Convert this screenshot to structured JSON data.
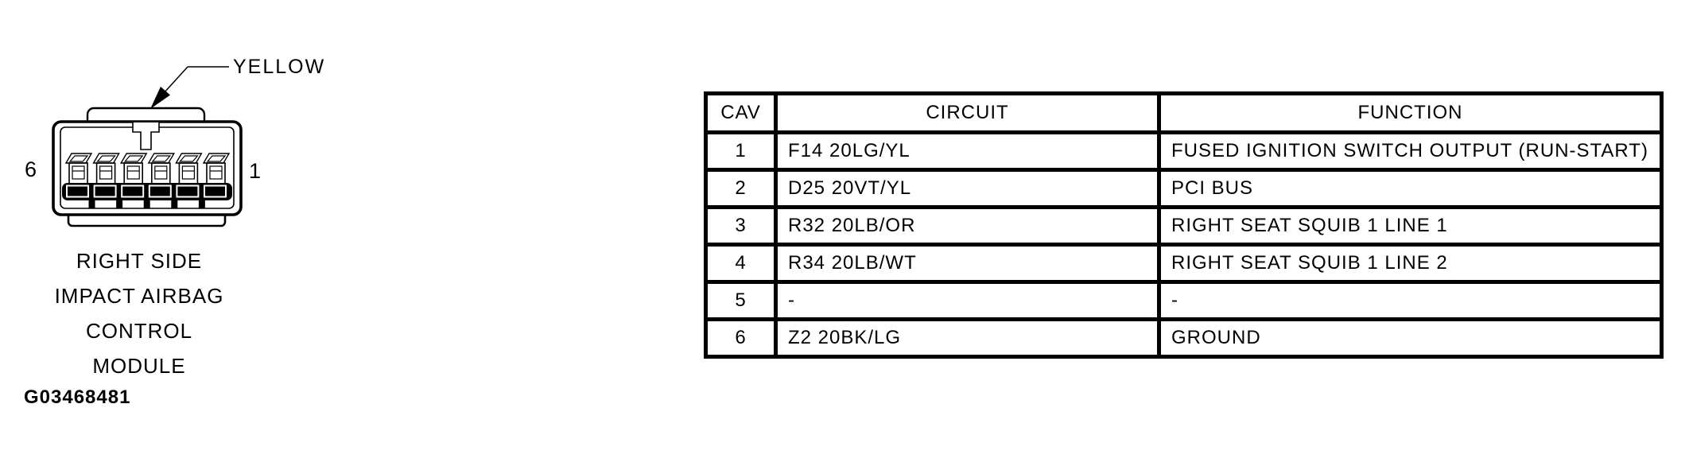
{
  "diagram": {
    "connector_color_label": "YELLOW",
    "pin_left_label": "6",
    "pin_right_label": "1",
    "caption_lines": [
      "RIGHT SIDE",
      "IMPACT AIRBAG",
      "CONTROL",
      "MODULE"
    ],
    "figure_id": "G03468481"
  },
  "table": {
    "headers": [
      "CAV",
      "CIRCUIT",
      "FUNCTION"
    ],
    "rows": [
      {
        "cav": "1",
        "circuit": "F14 20LG/YL",
        "function": "FUSED IGNITION SWITCH OUTPUT (RUN-START)"
      },
      {
        "cav": "2",
        "circuit": "D25 20VT/YL",
        "function": "PCI BUS"
      },
      {
        "cav": "3",
        "circuit": "R32 20LB/OR",
        "function": "RIGHT SEAT SQUIB 1 LINE 1"
      },
      {
        "cav": "4",
        "circuit": "R34 20LB/WT",
        "function": "RIGHT SEAT SQUIB 1 LINE 2"
      },
      {
        "cav": "5",
        "circuit": "-",
        "function": "-"
      },
      {
        "cav": "6",
        "circuit": "Z2 20BK/LG",
        "function": "GROUND"
      }
    ]
  },
  "colors": {
    "ink": "#000000",
    "background": "#ffffff"
  }
}
